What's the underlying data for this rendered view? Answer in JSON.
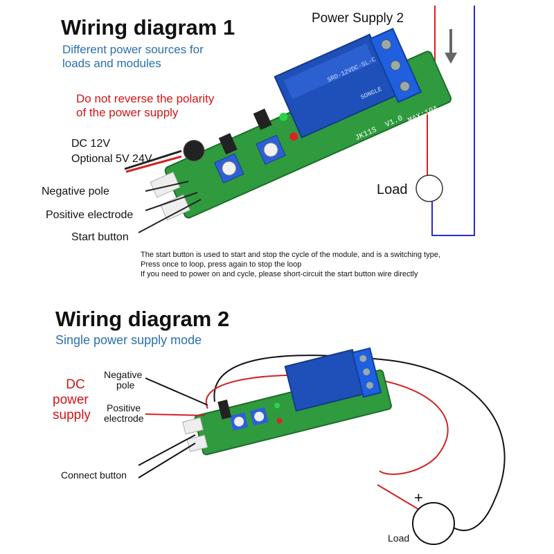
{
  "d1": {
    "title": "Wiring diagram 1",
    "subtitle_l1": "Different power sources for",
    "subtitle_l2": "loads and modules",
    "warning_l1": "Do not reverse the polarity",
    "warning_l2": "of the power supply",
    "dc_l1": "DC 12V",
    "dc_l2": "Optional 5V 24V",
    "negative": "Negative pole",
    "positive": "Positive electrode",
    "start": "Start button",
    "power_supply_2": "Power Supply 2",
    "load": "Load",
    "note_l1": "The start button is used to start and stop the cycle of the module, and is a switching type,",
    "note_l2": "Press once to loop, press again to stop the loop",
    "note_l3": "If you need to power on and cycle, please short-circuit the start button wire directly"
  },
  "d2": {
    "title": "Wiring diagram 2",
    "subtitle": "Single power supply mode",
    "dc_l1": "DC",
    "dc_l2": "power",
    "dc_l3": "supply",
    "negative_l1": "Negative",
    "negative_l2": "pole",
    "positive_l1": "Positive",
    "positive_l2": "electrode",
    "connect": "Connect button",
    "load": "Load",
    "plus": "+"
  },
  "board": {
    "relay_model": "SRD-12VDC-SL-C",
    "relay_brand": "SONGLE",
    "board_id": "JK11S",
    "version": "V1.0",
    "max": "MAX:10A"
  },
  "colors": {
    "title": "#111111",
    "subtitle": "#2a6fb0",
    "warning": "#d21515",
    "pcb": "#2f9a3e",
    "relay": "#1f4fb8",
    "wire_red": "#d42020",
    "wire_blue": "#2a2ad0"
  }
}
